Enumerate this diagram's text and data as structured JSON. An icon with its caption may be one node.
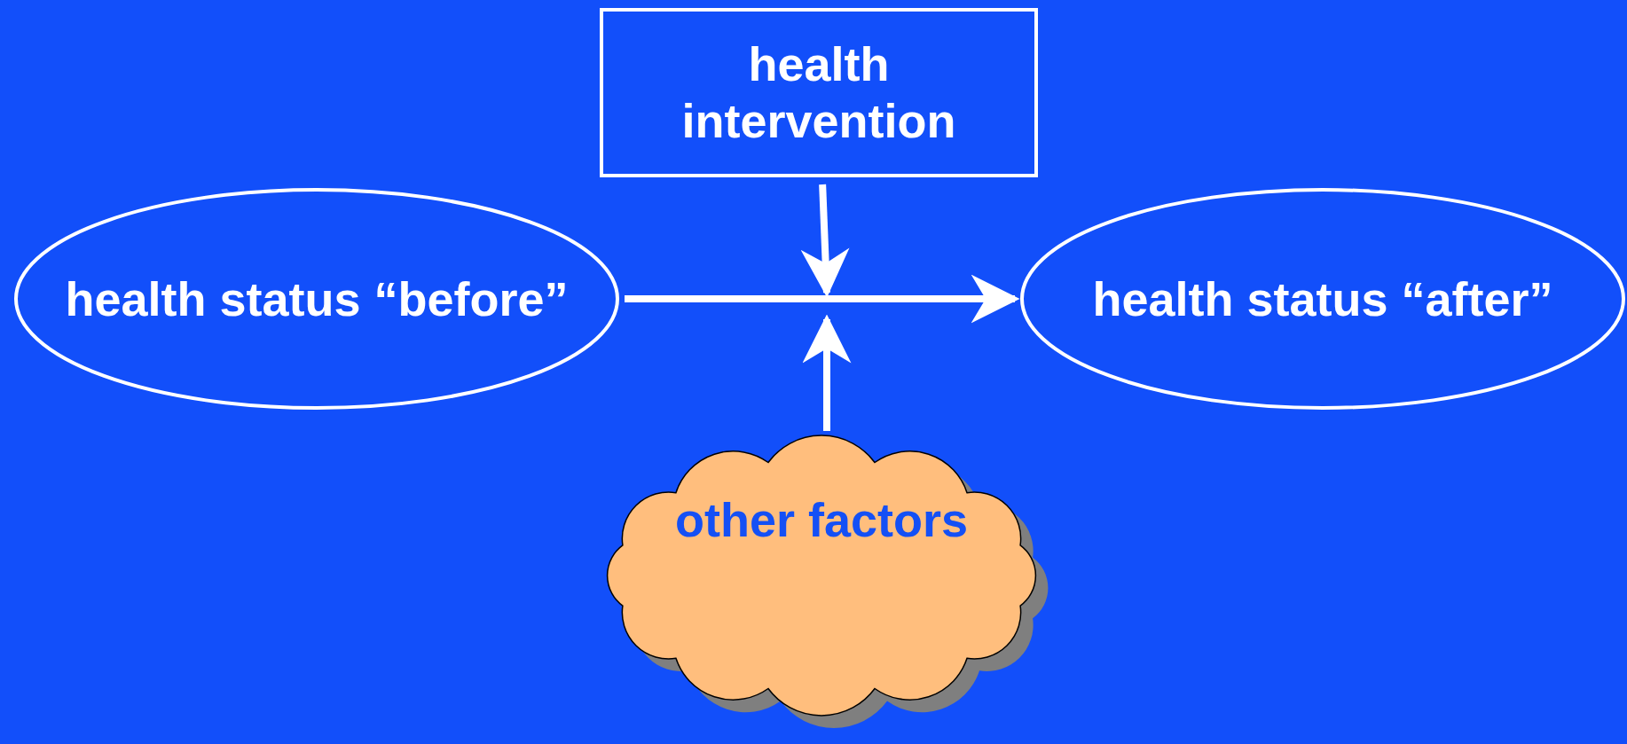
{
  "diagram": {
    "nodes": [
      {
        "text": [
          "health intervention"
        ]
      },
      {
        "text": [
          "health status “before”"
        ]
      },
      {
        "text": [
          "health status “after”"
        ]
      },
      {
        "text": [
          "other factors"
        ]
      }
    ],
    "edges": [
      {
        "from": 1,
        "to": 2,
        "arrow": "to"
      },
      {
        "from": 0,
        "to": null,
        "arrow": "to"
      },
      {
        "from": 3,
        "to": null,
        "arrow": "to"
      }
    ]
  }
}
